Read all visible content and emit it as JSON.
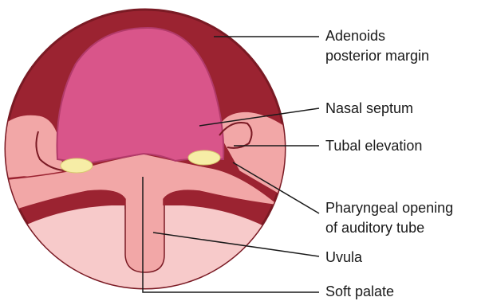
{
  "colors": {
    "outer_ring": "#9b2331",
    "ring_border": "#7a1a24",
    "septum": "#d9558a",
    "septum_border": "#b23a6a",
    "mucosa": "#f2a7a7",
    "floor": "#f7caca",
    "opening": "#f6eda6",
    "leader": "#1a1a1a"
  },
  "labels": {
    "adenoids_line1": "Adenoids",
    "adenoids_line2": "posterior margin",
    "nasal_septum": "Nasal septum",
    "tubal_elevation": "Tubal elevation",
    "pharyngeal_line1": "Pharyngeal opening",
    "pharyngeal_line2": "of auditory tube",
    "uvula": "Uvula",
    "soft_palate": "Soft palate"
  }
}
